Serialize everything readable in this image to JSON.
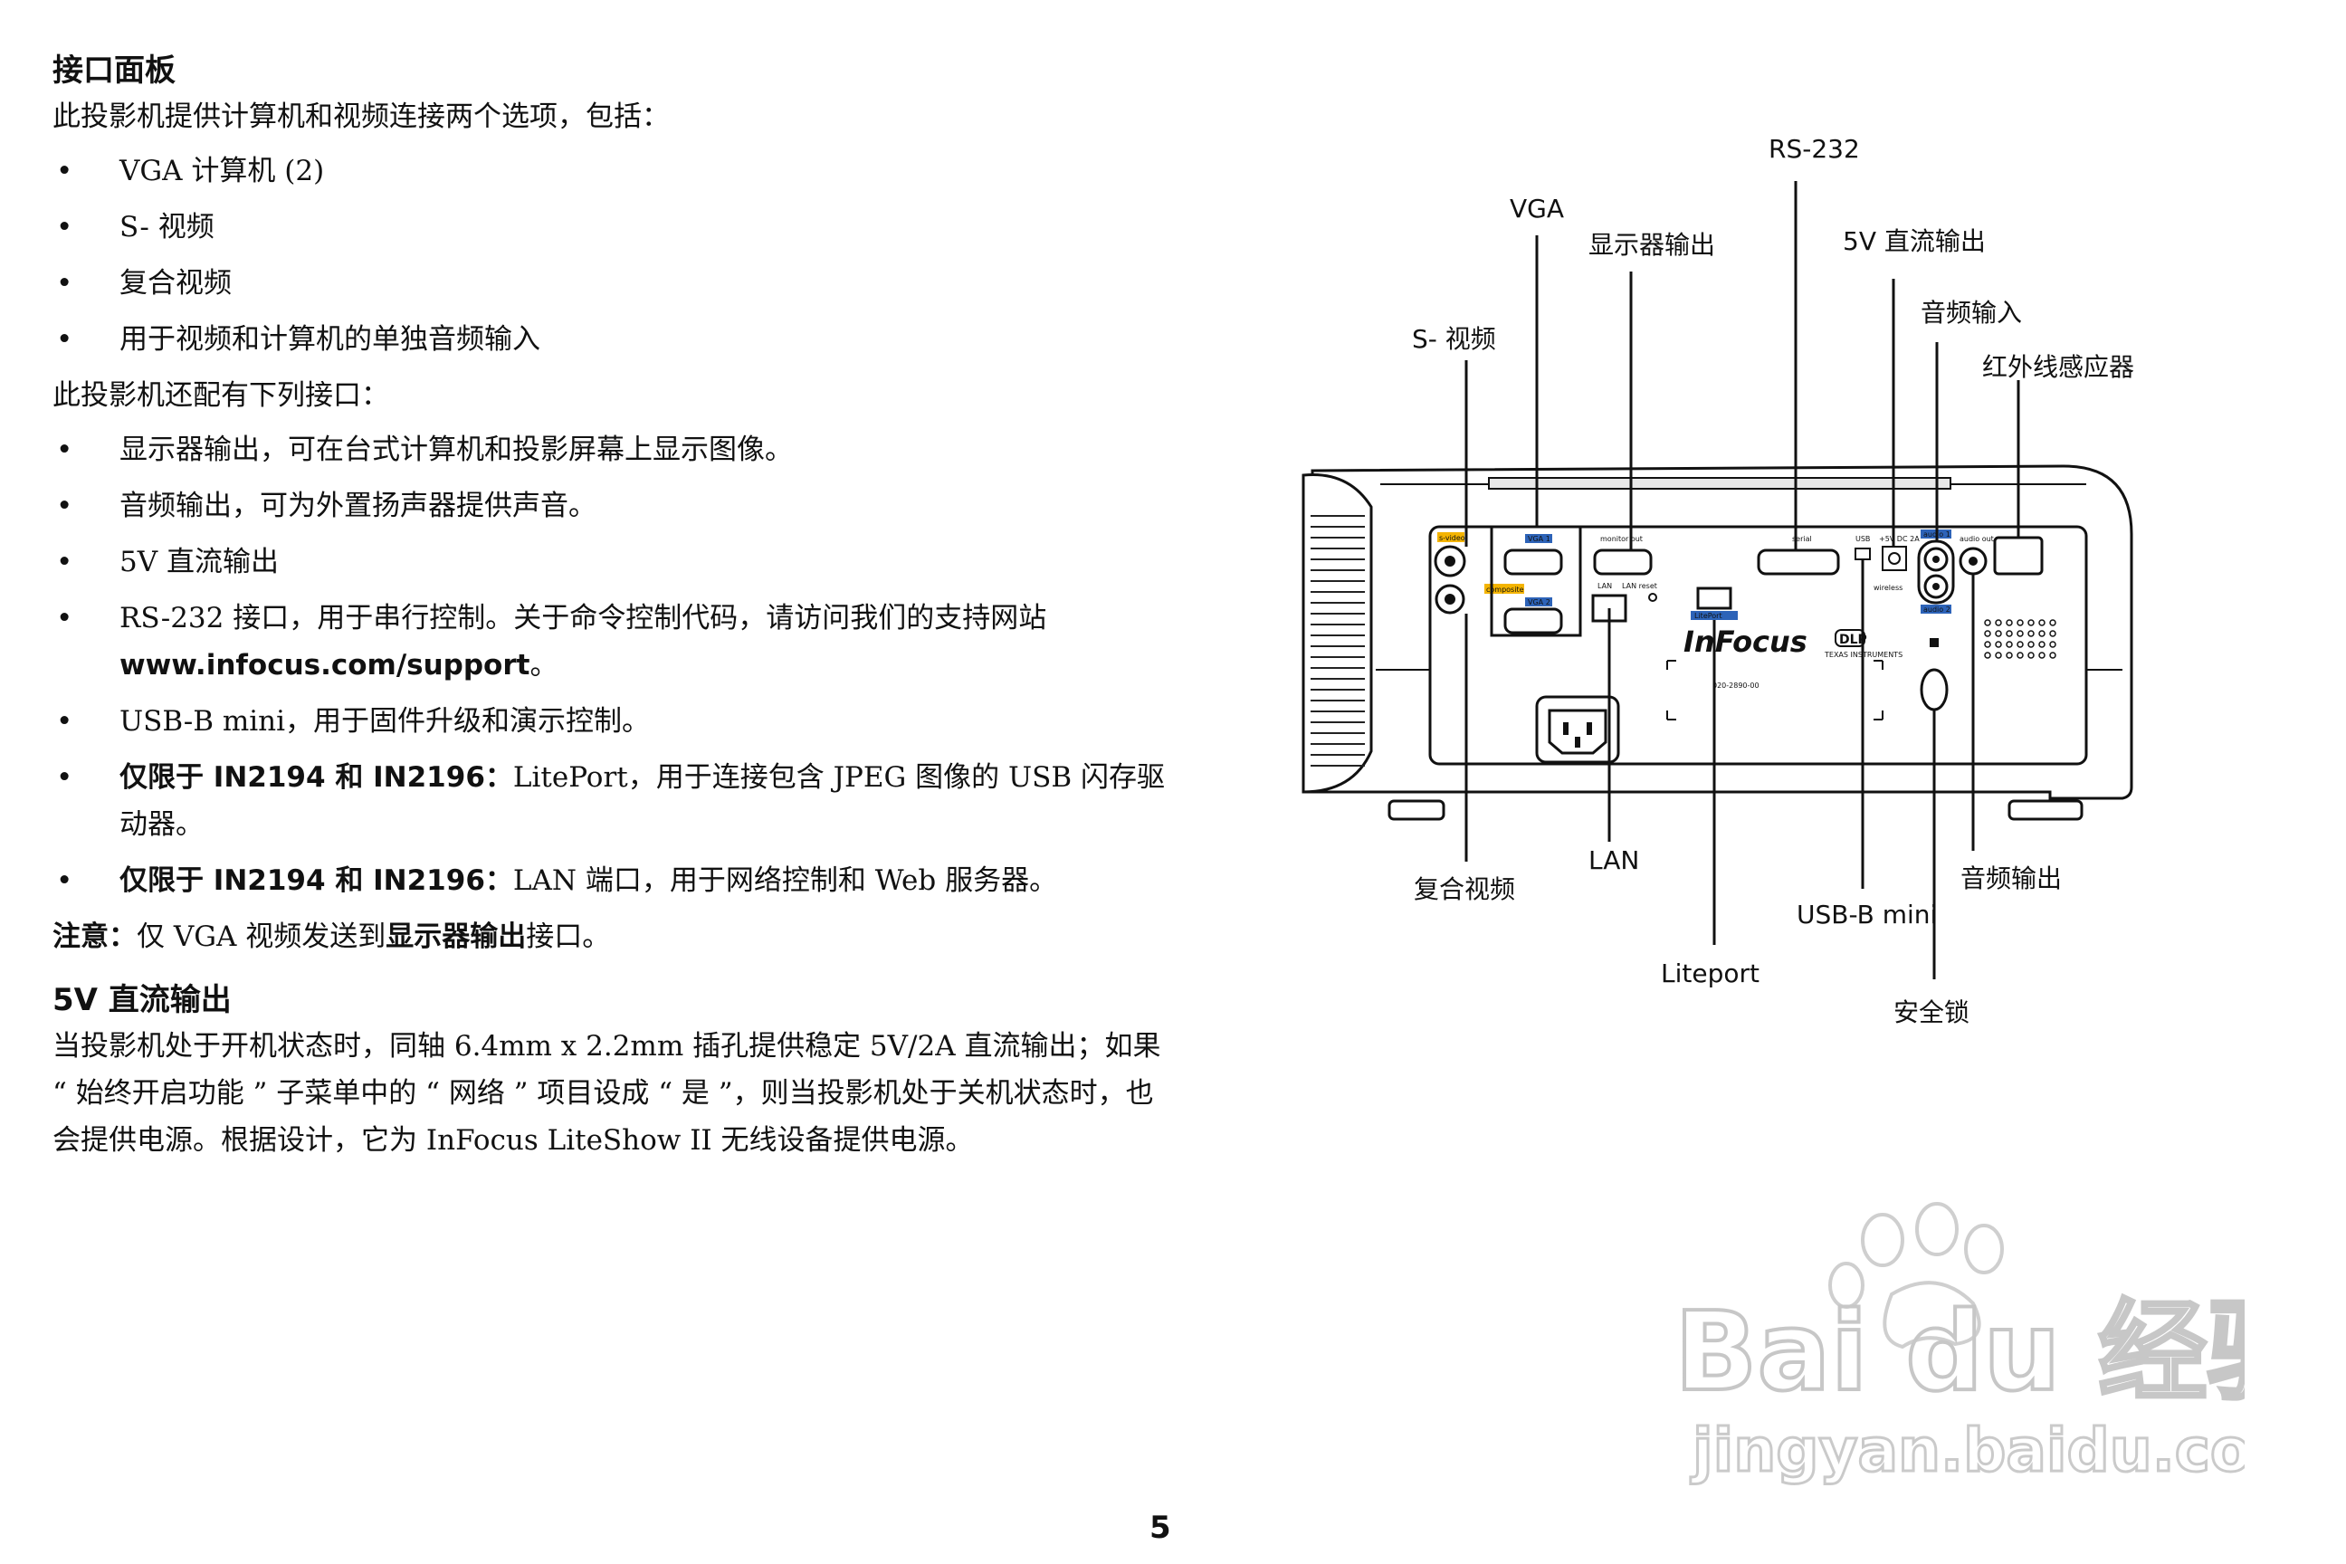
{
  "section1": {
    "heading": "接口面板",
    "intro": "此投影机提供计算机和视频连接两个选项，包括：",
    "inputs": [
      "VGA 计算机 (2)",
      "S- 视频",
      "复合视频",
      "用于视频和计算机的单独音频输入"
    ],
    "also_intro": "此投影机还配有下列接口：",
    "features": [
      {
        "text": "显示器输出，可在台式计算机和投影屏幕上显示图像。"
      },
      {
        "text": "音频输出，可为外置扬声器提供声音。"
      },
      {
        "text": "5V 直流输出"
      },
      {
        "text": "RS-232 接口，用于串行控制。关于命令控制代码，请访问我们的支持网站 ",
        "link": "www.infocus.com/support",
        "after": "。"
      },
      {
        "text": "USB-B mini，用于固件升级和演示控制。"
      },
      {
        "bold": "仅限于 IN2194 和 IN2196：",
        "text": "LitePort，用于连接包含 JPEG 图像的 USB 闪存驱动器。"
      },
      {
        "bold": "仅限于 IN2194 和 IN2196：",
        "text": "LAN 端口，用于网络控制和 Web 服务器。"
      }
    ],
    "note": {
      "label": "注意：",
      "before": "仅 VGA 视频发送到",
      "bold": "显示器输出",
      "after": "接口。"
    }
  },
  "section2": {
    "heading": "5V 直流输出",
    "body": "当投影机处于开机状态时，同轴 6.4mm x 2.2mm 插孔提供稳定 5V/2A 直流输出；如果 “ 始终开启功能 ” 子菜单中的 “ 网络 ” 项目设成 “ 是 ”，则当投影机处于关机状态时，也会提供电源。根据设计，它为 InFocus LiteShow II 无线设备提供电源。"
  },
  "diagram": {
    "labels": {
      "rs232": "RS-232",
      "vga": "VGA",
      "monitor_out": "显示器输出",
      "dc5v": "5V 直流输出",
      "audio_in": "音频输入",
      "ir": "红外线感应器",
      "svideo": "S- 视频",
      "composite": "复合视频",
      "lan": "LAN",
      "usb_b": "USB-B mini",
      "liteport": "Liteport",
      "lock": "安全锁",
      "audio_out": "音频输出"
    },
    "panel": {
      "brand": "InFocus",
      "dlp": "DLP",
      "ti": "TEXAS INSTRUMENTS",
      "model_code": "020-2890-00",
      "svideo": "s-video",
      "vga1": "VGA 1",
      "vga2": "VGA 2",
      "composite": "composite",
      "monitor_out": "monitor out",
      "lan": "LAN",
      "lan_reset": "LAN reset",
      "serial": "serial",
      "usb": "USB",
      "dc": "+5V DC 2A",
      "audio1": "audio 1",
      "audio2": "audio 2",
      "audio_out": "audio out",
      "wireless": "wireless",
      "liteport": "LitePort"
    }
  },
  "page_number": "5",
  "watermark": {
    "logo": "Bai du 经验",
    "url": "jingyan.baidu.com"
  }
}
